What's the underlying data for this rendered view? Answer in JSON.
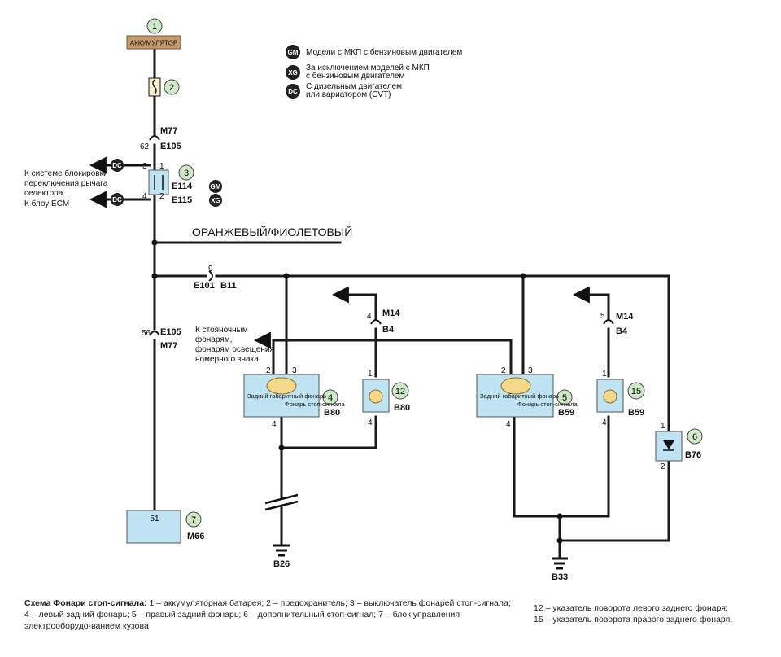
{
  "nodes": {
    "battery": {
      "num": "1",
      "label": "АККУМУЛЯТОР"
    },
    "fuse": {
      "num": "2"
    },
    "switch": {
      "num": "3"
    },
    "left_lamp": {
      "num": "4",
      "code": "B80",
      "left_label": "Задний габаритный фонарь",
      "right_label": "Фонарь стоп-сигнала"
    },
    "right_lamp": {
      "num": "5",
      "code": "B59",
      "left_label": "Задний габаритный фонарь",
      "right_label": "Фонарь стоп-сигнала"
    },
    "extra_stop": {
      "num": "6",
      "code": "B76"
    },
    "bcm": {
      "num": "7",
      "code": "M66",
      "pin": "51"
    },
    "left_turn": {
      "num": "12",
      "code": "B80"
    },
    "right_turn": {
      "num": "15",
      "code": "B59"
    }
  },
  "connectors": {
    "m77_top": "M77",
    "e105_top": "E105",
    "pin62": "62",
    "e114": "E114",
    "e115": "E115",
    "e101": "E101",
    "b11": "B11",
    "pin9": "9",
    "e105_bot": "E105",
    "m77_bot": "M77",
    "pin56": "56",
    "m14_left": "M14",
    "b4_left": "B4",
    "pin4_left": "4",
    "m14_right": "M14",
    "b4_right": "B4",
    "pin5_right": "5",
    "b26": "B26",
    "b33": "B33",
    "sw_pins": [
      "3",
      "1",
      "4",
      "2"
    ],
    "lamp_pins": [
      "2",
      "3",
      "4"
    ],
    "turn_pins": [
      "1",
      "4"
    ],
    "stop_pins": [
      "1",
      "2"
    ]
  },
  "legend": [
    {
      "badge": "GM",
      "text": [
        "Модели с МКП с бензиновым двигателем"
      ]
    },
    {
      "badge": "XG",
      "text": [
        "За исключением моделей с МКП",
        "с бензиновым двигателем"
      ]
    },
    {
      "badge": "DC",
      "text": [
        "С дизельным двигателем",
        "или вариатором (CVT)"
      ]
    }
  ],
  "badges": {
    "dc": "DC",
    "gm": "GM",
    "xg": "XG"
  },
  "labels": {
    "lock_system": [
      "К системе блокировки",
      "переключения рычага",
      "селектора"
    ],
    "ecm": "К блоу ЕСМ",
    "wire_color": "ОРАНЖЕВЫЙ/ФИОЛЕТОВЫЙ",
    "parking": [
      "К стояночным",
      "фонарям,",
      "фонарям освещения",
      "номерного знака"
    ]
  },
  "caption": {
    "title": "Схема      Фонари стоп-сигнала:",
    "body": " 1 – аккумуляторная батарея; 2 – предохранитель; 3 – выключатель фонарей стоп-сигнала; 4 – левый задний фонарь; 5 – правый задний фонарь; 6 – дополнительный стоп-сигнал; 7 – блок управления электрооборудо-ванием кузова",
    "right": [
      "12 – указатель поворота левого заднего  фонаря;",
      "15 – указатель поворота правого заднего фонаря;"
    ]
  },
  "colors": {
    "wire": "#1a1a1a",
    "component": "#bfe3f2",
    "battery": "#c49a6c",
    "num_circle": "#cfe8c8",
    "lamp": "#f4d98a",
    "badge": "#222222"
  }
}
